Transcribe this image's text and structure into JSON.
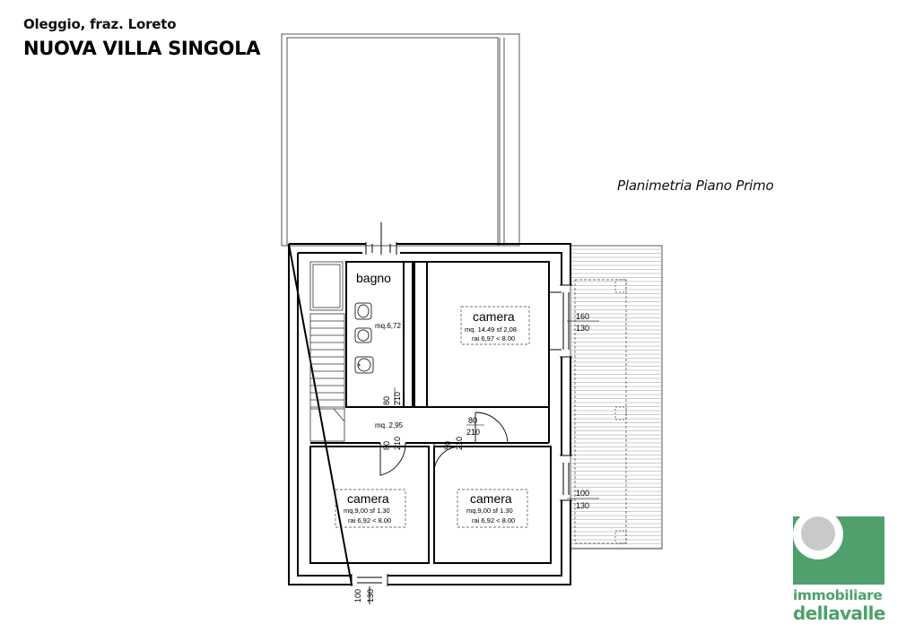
{
  "header": {
    "location": "Oleggio, fraz. Loreto",
    "title": "NUOVA VILLA SINGOLA"
  },
  "plan_title": "Planimetria Piano Primo",
  "rooms": {
    "bagno": {
      "name": "bagno",
      "area": "mq.6,72"
    },
    "camera_main": {
      "name": "camera",
      "area": "mq. 14,49  sf 2,08",
      "rai": "rai  6,97 < 8.00"
    },
    "camera_left": {
      "name": "camera",
      "area": "mq.9,00  sf 1.30",
      "rai": "rai  6,92 < 8.00"
    },
    "camera_right": {
      "name": "camera",
      "area": "mq.9,00  sf 1.30",
      "rai": "rai  6,92 < 8.00"
    },
    "hall": {
      "area": "mq. 2,95"
    }
  },
  "dimensions": {
    "window_main_width": "160",
    "window_main_height": "130",
    "window_right_width": "100",
    "window_right_height": "130",
    "window_bottom_width": "100",
    "window_bottom_height": "130",
    "door_width": "80",
    "door_height": "210"
  },
  "logo": {
    "line1": "immobiliare",
    "line2": "dellavalle",
    "colors": {
      "green": "#4fa06c",
      "gray": "#c8c9cb"
    }
  }
}
